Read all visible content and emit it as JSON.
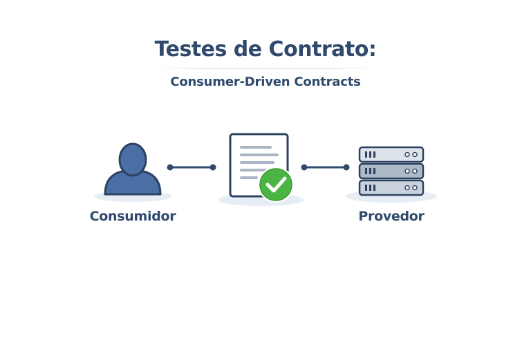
{
  "header": {
    "title": "Testes de Contrato:",
    "subtitle": "Consumer-Driven Contracts"
  },
  "diagram": {
    "nodes": [
      {
        "id": "consumer",
        "label": "Consumidor",
        "icon": "user-icon"
      },
      {
        "id": "contract",
        "label": "",
        "icon": "document-check-icon"
      },
      {
        "id": "provider",
        "label": "Provedor",
        "icon": "server-icon"
      }
    ],
    "connections": [
      {
        "from": "consumer",
        "to": "contract"
      },
      {
        "from": "contract",
        "to": "provider"
      }
    ]
  },
  "colors": {
    "text": "#2f4a6d",
    "user_fill": "#4a6fa5",
    "outline": "#2d4260",
    "check_green": "#4bb543",
    "server_fill": "#c9d1dc",
    "shadow": "#e6edf4"
  }
}
